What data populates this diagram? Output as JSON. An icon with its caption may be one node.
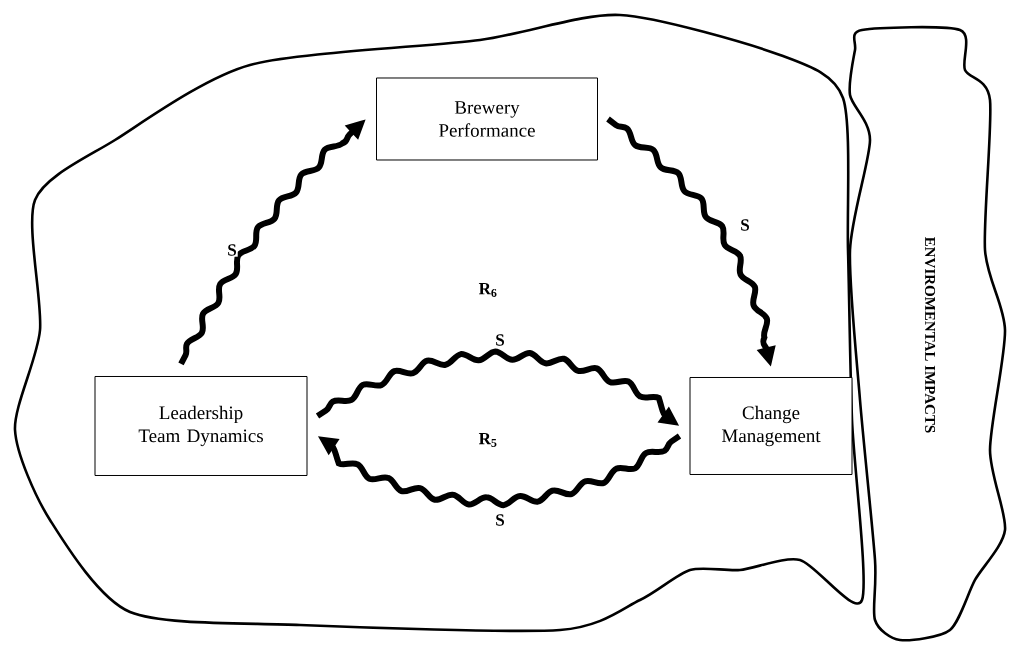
{
  "diagram": {
    "nodes": [
      {
        "text": [],
        "shape": "cloud"
      },
      {
        "text": [
          "Brewery Performance"
        ],
        "in": 0
      },
      {
        "text": [
          "Leadership Team Dynamics"
        ],
        "in": 0
      },
      {
        "text": [
          "Change Management"
        ],
        "in": 0
      },
      {
        "text": [
          "ENVIROMENTAL IMPACTS"
        ]
      }
    ],
    "edges": [
      {
        "from": 2,
        "to": 1,
        "arrow": "to",
        "label": "S"
      },
      {
        "from": 1,
        "to": 3,
        "arrow": "to",
        "label": "S"
      },
      {
        "from": 2,
        "to": 3,
        "arrow": "to",
        "label": "S"
      },
      {
        "from": 3,
        "to": 2,
        "arrow": "to",
        "label": "S"
      }
    ],
    "labels": [
      "R$_{6}$",
      "R$_{5}$"
    ]
  }
}
